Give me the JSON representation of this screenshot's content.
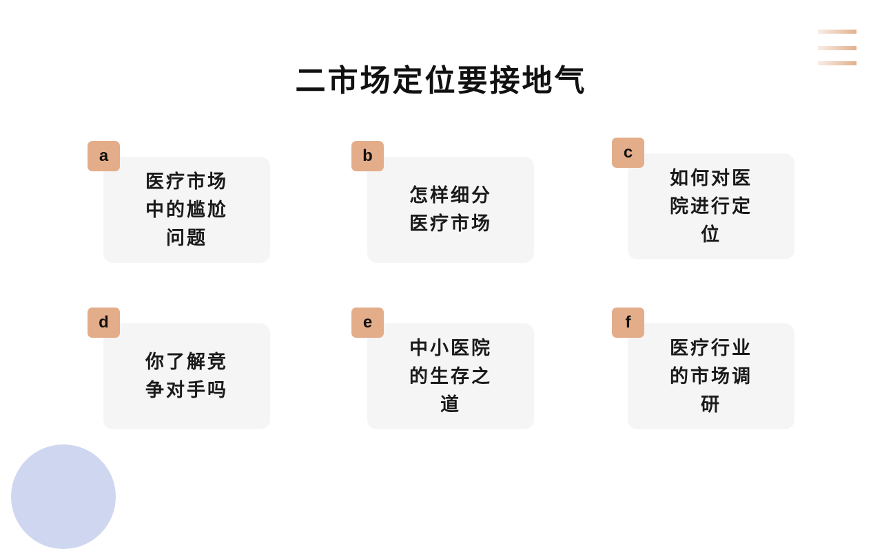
{
  "slide": {
    "title": "二市场定位要接地气",
    "cards": [
      {
        "letter": "a",
        "text": "医疗市场中的尴尬问题"
      },
      {
        "letter": "b",
        "text": "怎样细分医疗市场"
      },
      {
        "letter": "c",
        "text": "如何对医院进行定位"
      },
      {
        "letter": "d",
        "text": "你了解竞争对手吗"
      },
      {
        "letter": "e",
        "text": "中小医院的生存之道"
      },
      {
        "letter": "f",
        "text": "医疗行业的市场调研"
      }
    ]
  },
  "colors": {
    "badge": "#e4ad89",
    "card_bg": "#f5f5f5",
    "circle": "#cfd7f0",
    "deco_lines": "#e2b08e"
  }
}
